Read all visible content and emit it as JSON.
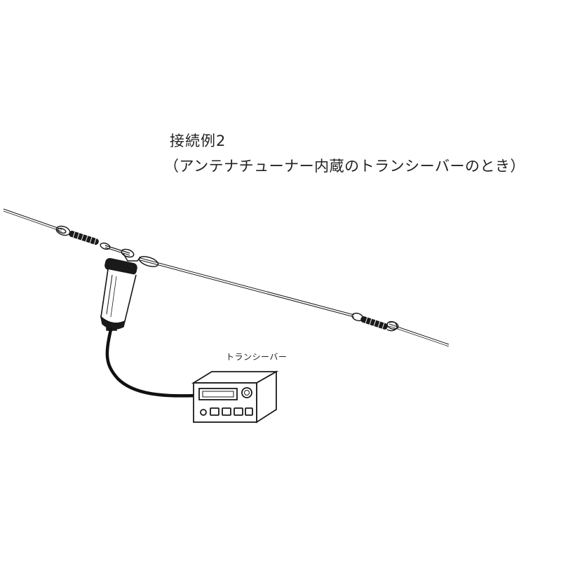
{
  "figure": {
    "title": "接続例2",
    "subtitle": "（アンテナチューナー内蔵のトランシーバーのとき）"
  },
  "labels": {
    "transceiver": "トランシーバー"
  },
  "icons": {
    "antenna_wire": "antenna-wire-icon",
    "insulator": "insulator-icon",
    "balun": "balun-icon",
    "coax": "coax-cable-icon",
    "transceiver": "transceiver-icon"
  },
  "colors": {
    "line": "#1a1a1a",
    "cable": "#111111",
    "background": "#ffffff"
  }
}
